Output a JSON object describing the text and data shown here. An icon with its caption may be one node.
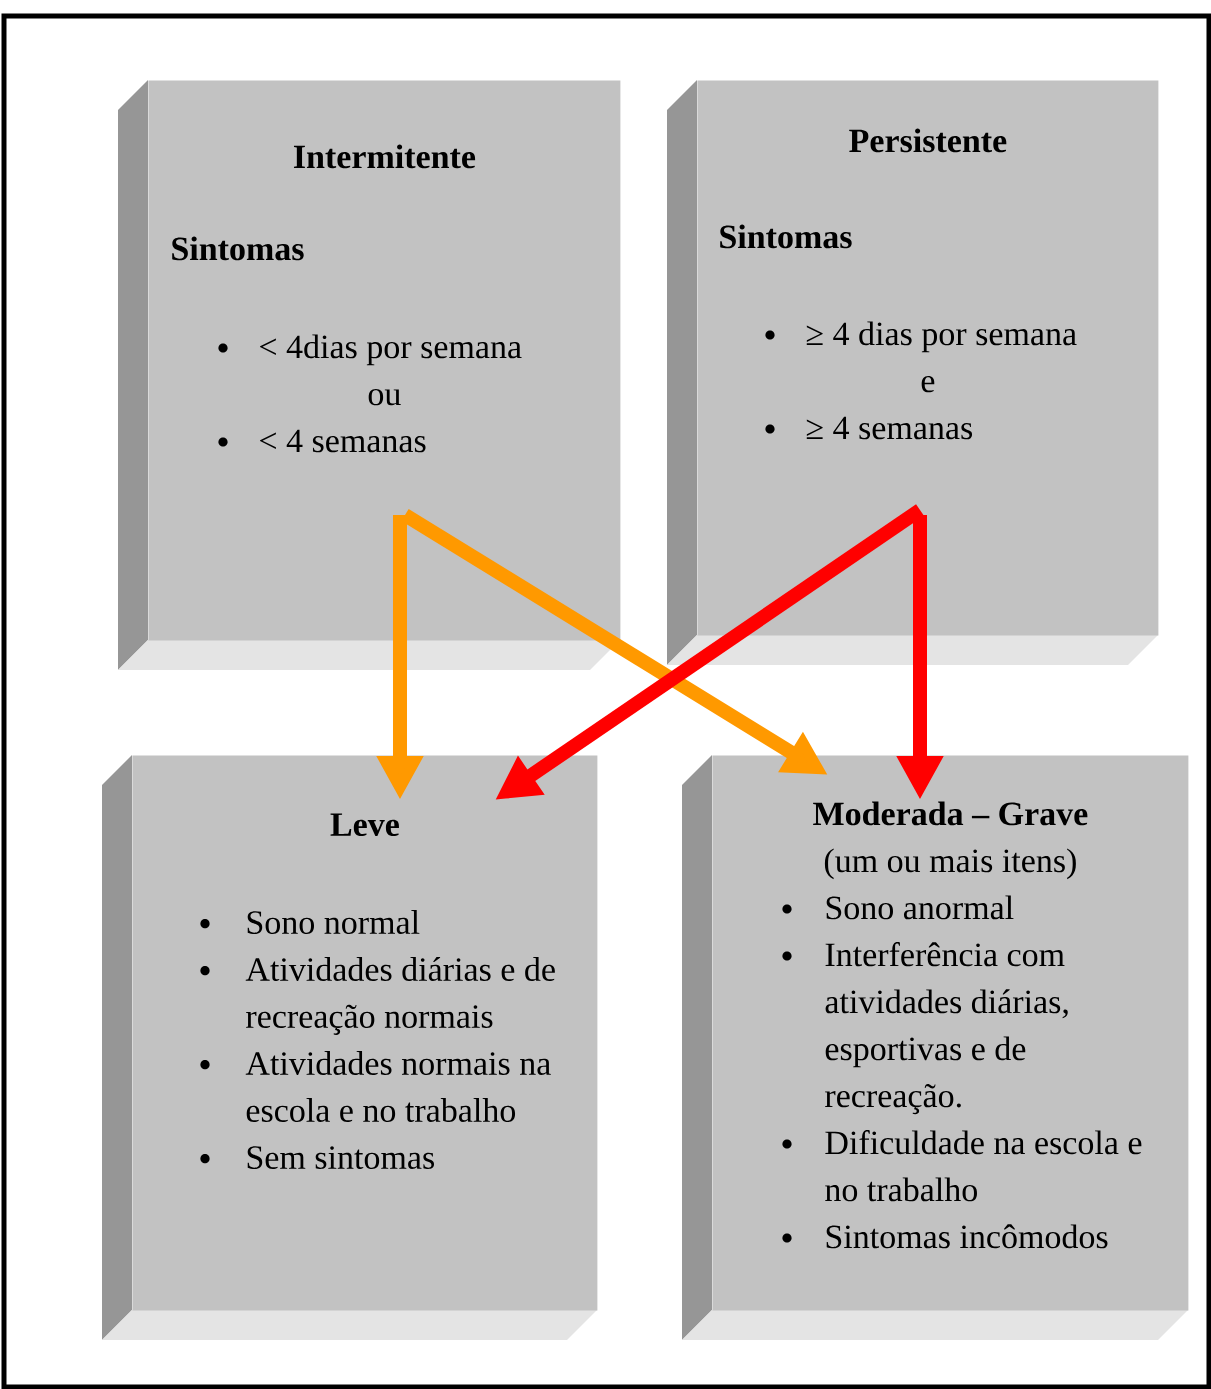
{
  "diagram": {
    "nodes": [
      {
        "text": [
          "Intermitente",
          "Sintomas",
          "< 4dias por semana",
          "ou",
          "< 4 semanas"
        ]
      },
      {
        "text": [
          "Persistente",
          "Sintomas",
          "≥ 4 dias por semana",
          "e",
          "≥ 4 semanas"
        ]
      },
      {
        "text": [
          "Leve",
          "Sono normal",
          "Atividades diárias e de recreação normais",
          "Atividades normais na escola e no trabalho",
          "Sem sintomas"
        ]
      },
      {
        "text": [
          "Moderada – Grave",
          "(um ou mais itens)",
          "Sono anormal",
          "Interferência com atividades diárias, esportivas e de recreação.",
          "Dificuldade na escola e no trabalho",
          "Sintomas incômodos"
        ]
      }
    ],
    "edges": [
      {
        "from": 0,
        "to": 2,
        "arrow": "to",
        "color": "#ff9900"
      },
      {
        "from": 0,
        "to": 3,
        "arrow": "to",
        "color": "#ff9900"
      },
      {
        "from": 1,
        "to": 2,
        "arrow": "to",
        "color": "#ff0000"
      },
      {
        "from": 1,
        "to": 3,
        "arrow": "to",
        "color": "#ff0000"
      }
    ]
  }
}
